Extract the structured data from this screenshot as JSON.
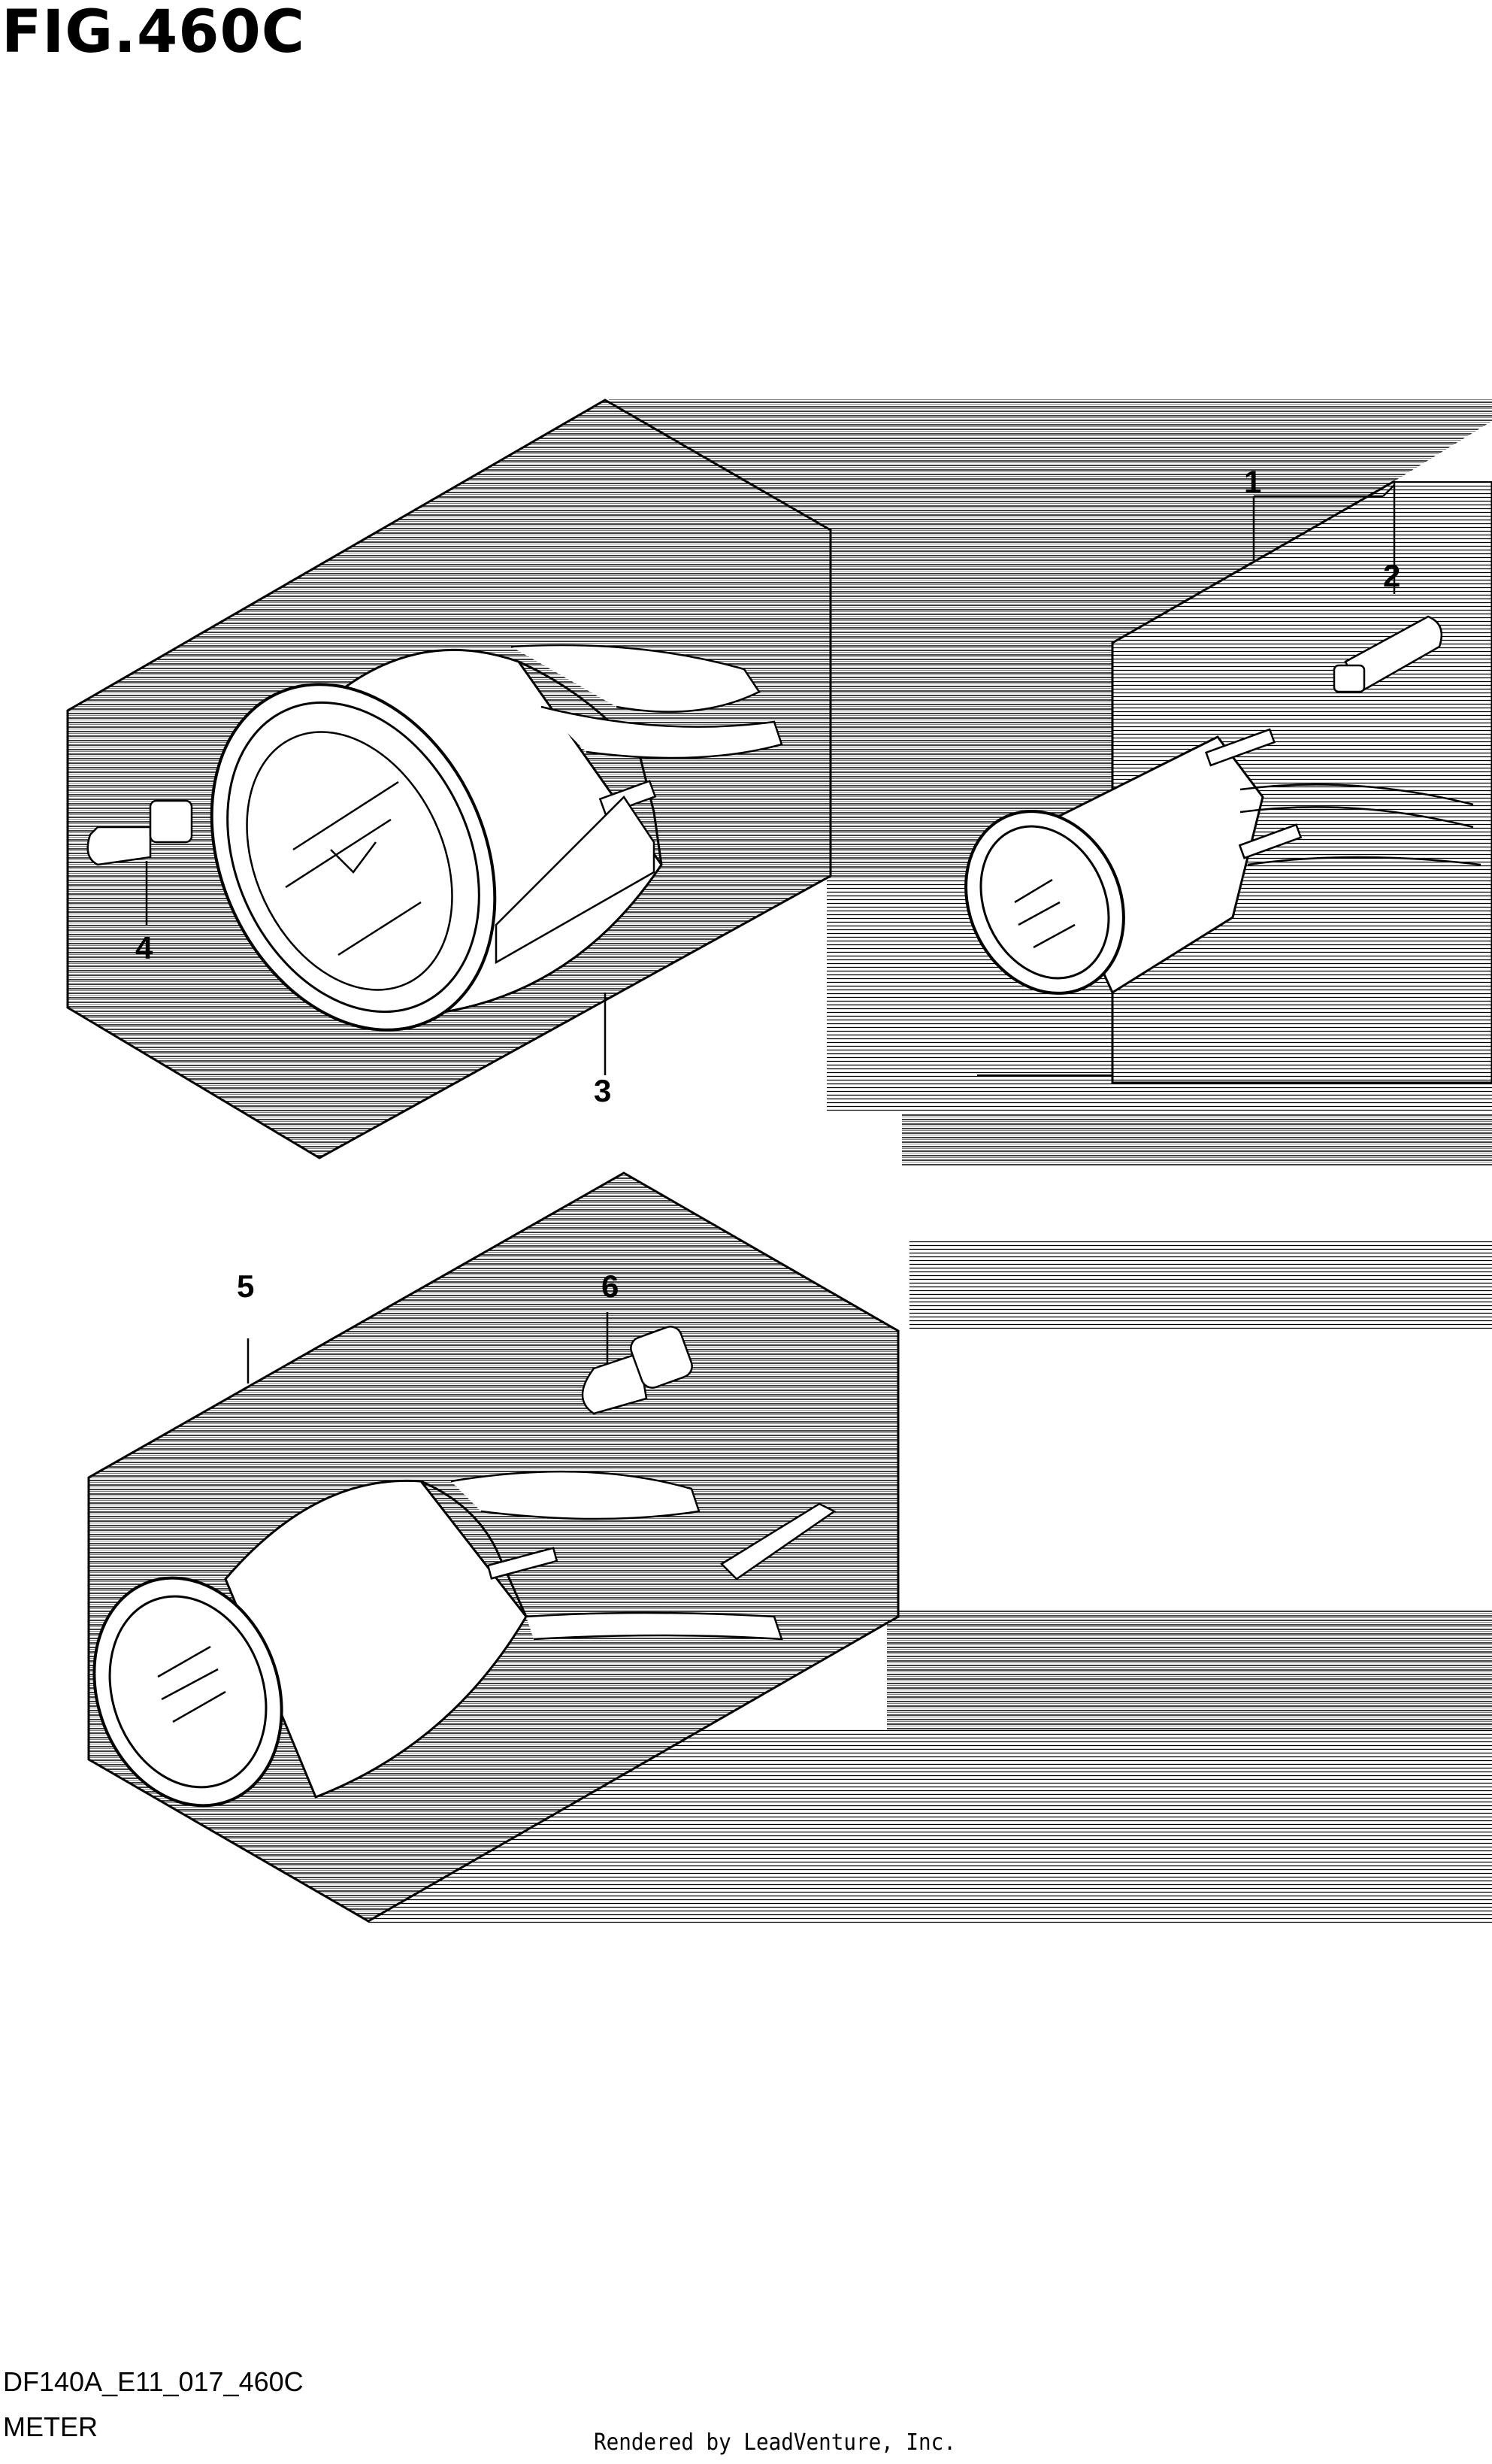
{
  "figure": {
    "title": "FIG.460C"
  },
  "callouts": [
    "1",
    "2",
    "3",
    "4",
    "5",
    "6"
  ],
  "footer": {
    "code": "DF140A_E11_017_460C",
    "category": "METER",
    "credit": "Rendered by LeadVenture, Inc."
  }
}
